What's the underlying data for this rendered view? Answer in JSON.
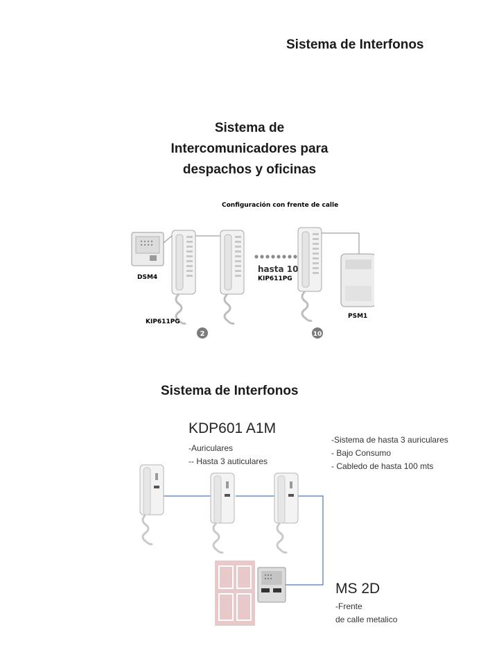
{
  "page": {
    "title": "Sistema de Interfonos",
    "heading_lines": [
      "Sistema de",
      "Intercomunicadores para",
      "despachos y oficinas"
    ],
    "subtitle": "Sistema de Interfonos"
  },
  "figure1": {
    "caption": "Configuración con frente de calle",
    "door_station_label": "DSM4",
    "handset_label": "KIP611PG",
    "middle_label_line1": "hasta 10",
    "middle_label_line2": "KIP611PG",
    "power_supply_label": "PSM1",
    "badge_first": "2",
    "badge_last": "10"
  },
  "product1": {
    "model": "KDP601 A1M",
    "features": [
      "-Auriculares",
      "-- Hasta 3 auticulares"
    ],
    "system_notes": [
      "-Sistema de hasta 3 auriculares",
      "- Bajo Consumo",
      "-  Cabledo de hasta 100 mts"
    ]
  },
  "product2": {
    "model": "MS 2D",
    "features": [
      "-Frente",
      "de calle metalico"
    ]
  },
  "colors": {
    "wire": "#4a7ab5",
    "door": "#e8c9c9",
    "badge": "#7a7a7a"
  }
}
